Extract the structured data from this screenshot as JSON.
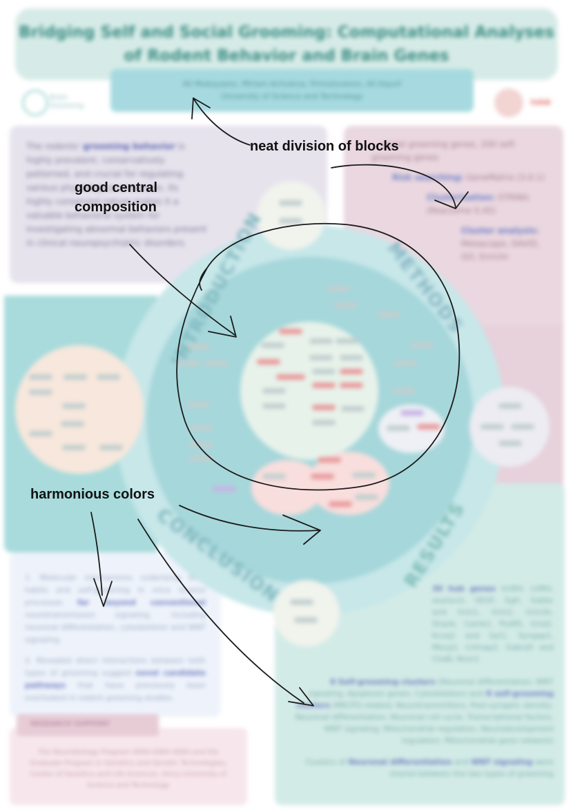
{
  "poster": {
    "title_line1": "Bridging Self and Social Grooming: Computational Analyses",
    "title_line2": "of Rodent Behavior and Brain Genes",
    "authors": "Ali Mukoyazev, Miriam Achuleva, Firmutovanov, Ali Kaysif",
    "affiliation": "University of Science and Technology",
    "logo_left_label": "Brain Grooming",
    "logo_right_label": "IVAN",
    "intro_text_prefix": "The rodents'",
    "intro_highlight": "grooming behavior",
    "intro_text_rest": "is highly prevalent, conservatively patterned, and crucial for regulating various physiological processes. Its highly conserved nature makes it a valuable behavioral system for investigating abnormal behaviors present in clinical neuropsychiatric disorders.",
    "methods_header": "... social grooming genes, 200 self-grooming genes",
    "methods_item1_label": "Risk searching:",
    "methods_item1_value": "GeneMatrix (3.0.1)",
    "methods_item2_label": "Clusterisation:",
    "methods_item2_value": "STRING (Reactome 0.45)",
    "methods_item3_label": "Cluster analysis:",
    "methods_item3_value": "Metascape, DAVID, GO, Enrichr",
    "ring_intro": "INTRODUCTION",
    "ring_methods": "METHODS",
    "ring_results": "RESULTS",
    "ring_conclusion": "CONCLUSION",
    "conclusion_p1_prefix": "1. Molecular mechanisms underlying both habits and self-grooming in mice involve processes",
    "conclusion_p1_highlight": "far beyond conventional",
    "conclusion_p1_rest": "neurotransmission signaling, including neuronal differentiation, cytoskeleton and WNT signaling.",
    "conclusion_p2_prefix": "2. Revealed direct interactions between both types of grooming suggest",
    "conclusion_p2_highlight": "novel candidate pathways",
    "conclusion_p2_rest": "that have previously been overlooked in rodent grooming studies.",
    "support_label": "RESEARCH SUPPORT",
    "support_text": "The Neurobiology Program 0000-0000-0000 and the Graduate Program in Genetics and Genetic Technologies, Center of Genetics and Life Sciences, Sirius University of Science and Technology",
    "results_p1_highlight": "30 hub genes",
    "results_p1_rest": "GnRH, LHRH, oxytocin, VEGF, Egfr, Gabbr and Grin1, Grin2, Grin2b, Shank, Camk2, Psd95, Gria2, Kcnq1 and Syt1, Syngap1, Mecp2, Cntnap2, Gabra5 and Chd8, Nrxn1",
    "results_p2_highlight1": "8 Self-grooming clusters",
    "results_p2_mid": "(Neuronal differentiation, WNT signaling, Apoptosis genes, Cytoskeleton) and",
    "results_p2_highlight2": "8 self-grooming clusters",
    "results_p2_rest": "(MECP2-related, Neurotransmitters, Post-synaptic density, Neuronal differentiation, Neuronal cell cycle, Transcriptional factors, WNT signaling, Mitochondrial regulation, Neurodevelopment regulation, Mitochondrial gene network)",
    "results_p3_prefix": "Clusters of",
    "results_p3_highlight1": "Neuronal differentiation",
    "results_p3_mid": "and",
    "results_p3_highlight2": "WNT signaling",
    "results_p3_rest": "were shared between the two types of grooming"
  },
  "annotations": {
    "neat_division": "neat division of blocks",
    "central_composition_line1": "good central",
    "central_composition_line2": "composition",
    "harmonious_colors": "harmonious colors"
  },
  "colors": {
    "teal": "#a6d7db",
    "lavender": "#e6e3ed",
    "rose": "#ead7df",
    "mint": "#d3ebe7",
    "pink_accent": "#e99a9c",
    "annotation_ink": "#111111"
  }
}
